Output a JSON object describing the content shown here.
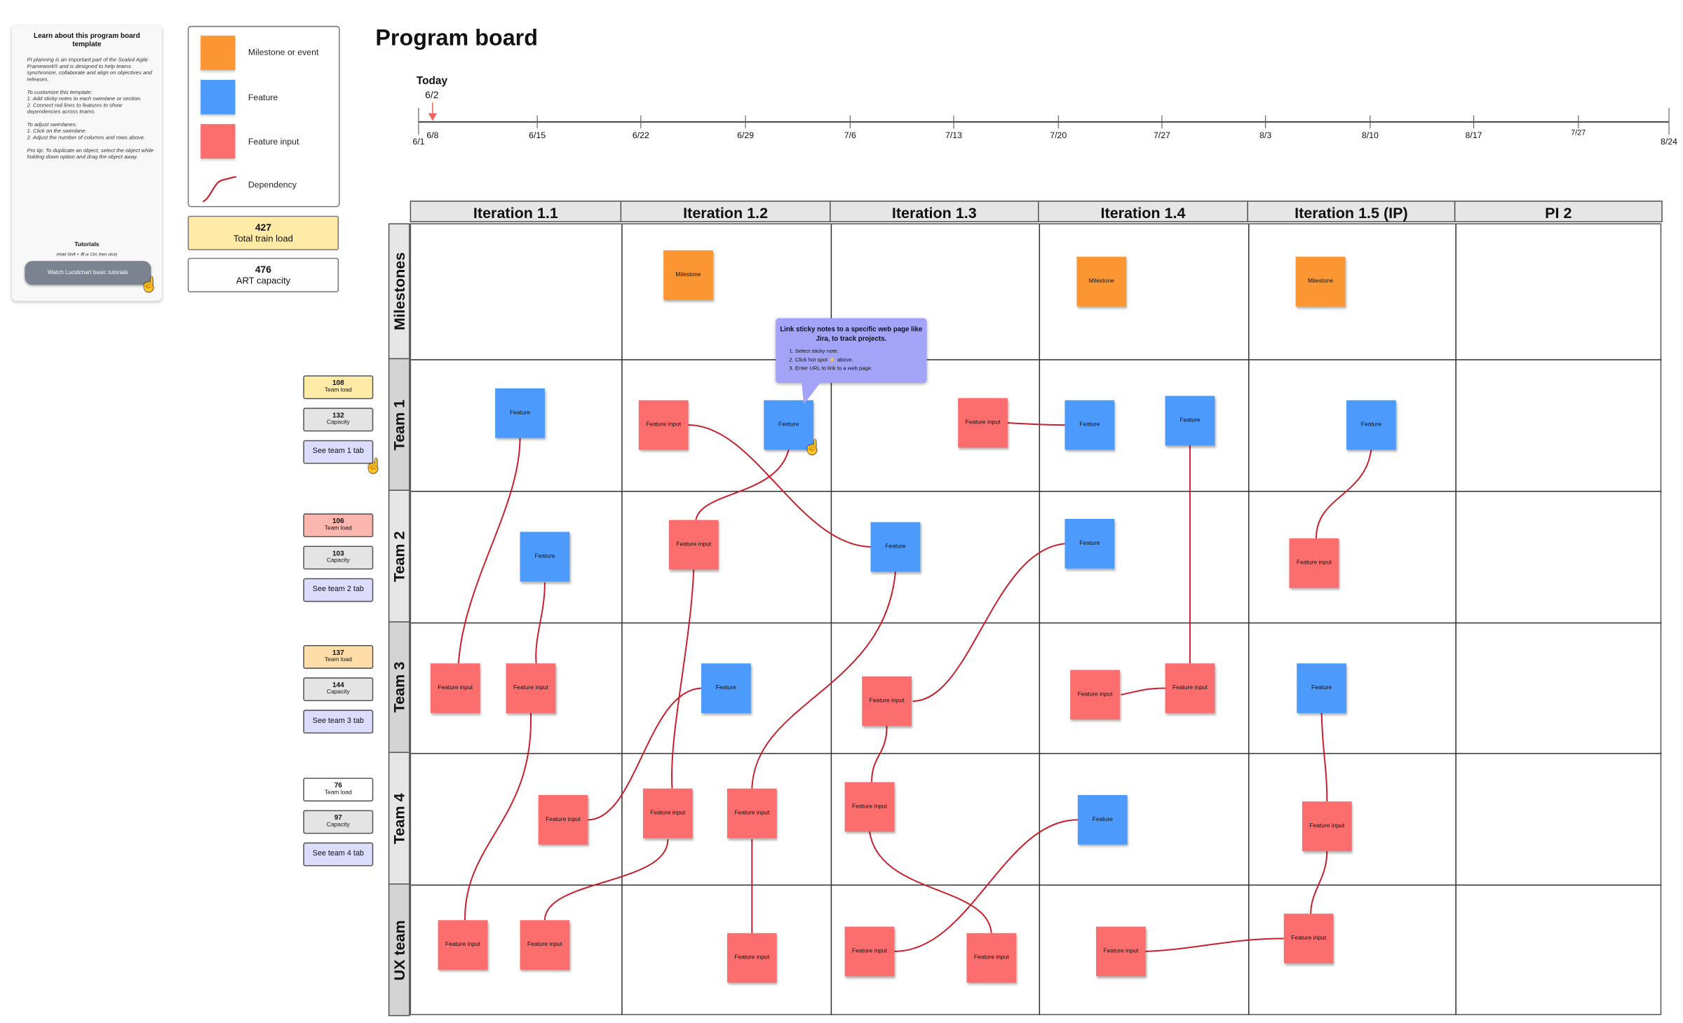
{
  "title": "Program board",
  "info": {
    "heading": "Learn about this program board template",
    "body": "PI planning is an important part of the Scaled Agile Framework® and is designed to help teams synchronize, collaborate and align on objectives and releases.\n\nTo customize this template:\n1.  Add sticky notes to each swimlane or section.\n2.  Connect red lines to features to show dependencies across teams.\n\nTo adjust swimlanes:\n1.  Click on the swimlane.\n2.  Adjust the number of columns and rows above.\n\nPro tip: To duplicate an object, select the object while holding down option and drag the object away.",
    "tutorials": "Tutorials",
    "tutorials_hint": "(Hold Shift + ⌘ or Ctrl, then click)",
    "watch_button": "Watch Lucidchart basic tutorials"
  },
  "legend": [
    {
      "label": "Milestone or event",
      "color": "#fb9632"
    },
    {
      "label": "Feature",
      "color": "#4c9bfc"
    },
    {
      "label": "Feature input",
      "color": "#fc6e6e"
    },
    {
      "label": "Dependency",
      "color": "#c8202c"
    }
  ],
  "totals": {
    "train_load": "427",
    "train_load_label": "Total train load",
    "art_capacity": "476",
    "art_capacity_label": "ART capacity"
  },
  "timeline": {
    "today_label": "Today",
    "today_date": "6/2",
    "ticks": [
      "6/1",
      "6/8",
      "6/15",
      "6/22",
      "6/29",
      "7/6",
      "7/13",
      "7/20",
      "7/27",
      "8/3",
      "8/10",
      "8/17",
      "7/27",
      "8/24"
    ]
  },
  "iterations": [
    "Iteration 1.1",
    "Iteration 1.2",
    "Iteration 1.3",
    "Iteration 1.4",
    "Iteration 1.5 (IP)",
    "PI 2"
  ],
  "lanes": [
    "Milestones",
    "Team 1",
    "Team 2",
    "Team 3",
    "Team 4",
    "UX team"
  ],
  "teams": [
    {
      "load": "108",
      "load_label": "Team load",
      "capacity": "132",
      "capacity_label": "Capacity",
      "tab": "See team 1 tab",
      "load_color": "#ffeaa6"
    },
    {
      "load": "106",
      "load_label": "Team load",
      "capacity": "103",
      "capacity_label": "Capacity",
      "tab": "See team 2 tab",
      "load_color": "#fcb6b0"
    },
    {
      "load": "137",
      "load_label": "Team load",
      "capacity": "144",
      "capacity_label": "Capacity",
      "tab": "See team 3 tab",
      "load_color": "#ffdca8"
    },
    {
      "load": "76",
      "load_label": "Team load",
      "capacity": "97",
      "capacity_label": "Capacity",
      "tab": "See team 4 tab",
      "load_color": "#ffffff"
    }
  ],
  "tooltip": {
    "heading": "Link sticky notes to a specific web page like Jira, to track projects.",
    "steps": [
      "Select sticky note.",
      "Click hot spot ⚡ above.",
      "Enter URL to link to a web page."
    ]
  },
  "notes": [
    {
      "type": "milestone",
      "label": "Milestone"
    },
    {
      "type": "milestone",
      "label": "Milestone"
    },
    {
      "type": "milestone",
      "label": "Milestone"
    },
    {
      "type": "feature",
      "label": "Feature"
    },
    {
      "type": "input",
      "label": "Feature input"
    },
    {
      "type": "feature",
      "label": "Feature"
    },
    {
      "type": "input",
      "label": "Feature input"
    },
    {
      "type": "feature",
      "label": "Feature"
    },
    {
      "type": "feature",
      "label": "Feature"
    },
    {
      "type": "feature",
      "label": "Feature"
    },
    {
      "type": "feature",
      "label": "Feature"
    },
    {
      "type": "input",
      "label": "Feature input"
    },
    {
      "type": "feature",
      "label": "Feature"
    },
    {
      "type": "feature",
      "label": "Feature"
    },
    {
      "type": "input",
      "label": "Feature input"
    },
    {
      "type": "input",
      "label": "Feature input"
    },
    {
      "type": "input",
      "label": "Feature input"
    },
    {
      "type": "feature",
      "label": "Feature"
    },
    {
      "type": "input",
      "label": "Feature input"
    },
    {
      "type": "input",
      "label": "Feature input"
    },
    {
      "type": "input",
      "label": "Feature input"
    },
    {
      "type": "feature",
      "label": "Feature"
    },
    {
      "type": "input",
      "label": "Feature input"
    },
    {
      "type": "input",
      "label": "Feature input"
    },
    {
      "type": "input",
      "label": "Feature input"
    },
    {
      "type": "input",
      "label": "Feature input"
    },
    {
      "type": "feature",
      "label": "Feature"
    },
    {
      "type": "input",
      "label": "Feature input"
    },
    {
      "type": "input",
      "label": "Feature input"
    },
    {
      "type": "input",
      "label": "Feature input"
    },
    {
      "type": "input",
      "label": "Feature input"
    },
    {
      "type": "input",
      "label": "Feature input"
    },
    {
      "type": "input",
      "label": "Feature input"
    },
    {
      "type": "input",
      "label": "Feature input"
    },
    {
      "type": "input",
      "label": "Feature input"
    }
  ],
  "colors": {
    "milestone": "#fb9632",
    "feature": "#4c9bfc",
    "input": "#fc6e6e",
    "dependency": "#c8202c"
  }
}
